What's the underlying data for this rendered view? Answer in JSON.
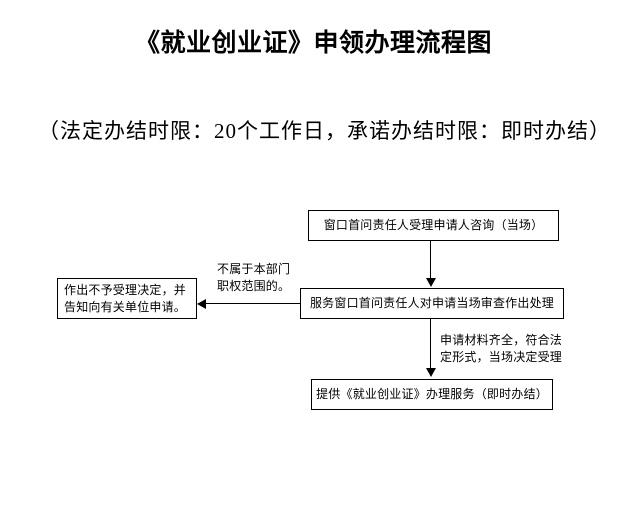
{
  "document": {
    "title": "《就业创业证》申领办理流程图",
    "subtitle": "（法定办结时限：20个工作日，承诺办结时限：即时办结）"
  },
  "flowchart": {
    "type": "process-flow",
    "nodes": [
      {
        "id": "consult",
        "label": "窗口首问责任人受理申请人咨询（当场）",
        "shape": "rectangle"
      },
      {
        "id": "review",
        "label": "服务窗口首问责任人对申请当场审查作出处理",
        "shape": "rectangle"
      },
      {
        "id": "reject",
        "label_line1": "作出不予受理决定，并",
        "label_line2": "告知向有关单位申请。",
        "shape": "rectangle"
      },
      {
        "id": "service",
        "label": "提供《就业创业证》办理服务（即时办结）",
        "shape": "rectangle"
      }
    ],
    "edges": [
      {
        "id": "e1",
        "from": "consult",
        "to": "review",
        "direction": "down",
        "label": ""
      },
      {
        "id": "e2",
        "from": "review",
        "to": "reject",
        "direction": "left",
        "label_line1": "不属于本部门",
        "label_line2": "职权范围的。"
      },
      {
        "id": "e3",
        "from": "review",
        "to": "service",
        "direction": "down",
        "label_line1": "申请材料齐全，符合法",
        "label_line2": "定形式，当场决定受理"
      }
    ]
  },
  "colors": {
    "background": "#ffffff",
    "stroke": "#000000",
    "text": "#000000"
  }
}
